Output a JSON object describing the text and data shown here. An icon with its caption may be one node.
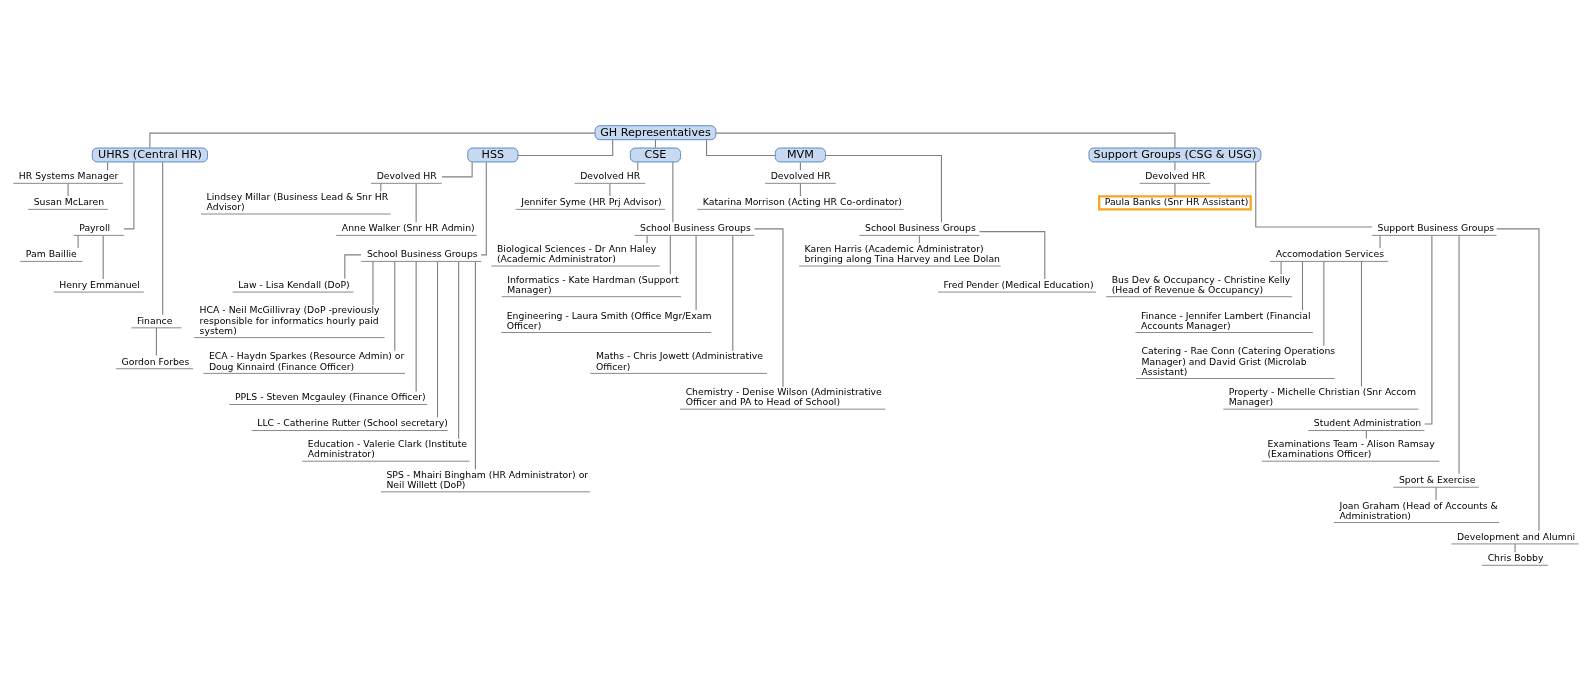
{
  "diagram": {
    "nodes": [
      {
        "text": [
          "GH Representatives"
        ]
      },
      {
        "text": [
          "UHRS (Central HR)"
        ]
      },
      {
        "text": [
          "HR Systems Manager"
        ]
      },
      {
        "text": [
          "Susan McLaren"
        ]
      },
      {
        "text": [
          "Payroll"
        ]
      },
      {
        "text": [
          "Pam Baillie"
        ]
      },
      {
        "text": [
          "Henry Emmanuel"
        ]
      },
      {
        "text": [
          "Finance"
        ]
      },
      {
        "text": [
          "Gordon Forbes"
        ]
      },
      {
        "text": [
          "HSS"
        ]
      },
      {
        "text": [
          "Devolved HR"
        ]
      },
      {
        "text": [
          "Lindsey Millar (Business Lead & Snr HR Advisor)"
        ]
      },
      {
        "text": [
          "Anne Walker (Snr HR Admin)"
        ]
      },
      {
        "text": [
          "School Business Groups"
        ]
      },
      {
        "text": [
          "Law - Lisa Kendall (DoP)"
        ]
      },
      {
        "text": [
          "HCA - Neil McGillivray (DoP -previously responsible for informatics hourly paid system)"
        ]
      },
      {
        "text": [
          "ECA - Haydn Sparkes (Resource Admin) or Doug Kinnaird (Finance Officer)"
        ]
      },
      {
        "text": [
          "PPLS - Steven Mcgauley (Finance Officer)"
        ]
      },
      {
        "text": [
          "LLC - Catherine Rutter (School secretary)"
        ]
      },
      {
        "text": [
          "Education - Valerie Clark (Institute Administrator)"
        ]
      },
      {
        "text": [
          "SPS - Mhairi Bingham (HR Administrator) or Neil Willett (DoP)"
        ]
      },
      {
        "text": [
          "CSE"
        ]
      },
      {
        "text": [
          "Devolved HR"
        ]
      },
      {
        "text": [
          "Jennifer Syme (HR Prj Advisor)"
        ]
      },
      {
        "text": [
          "School Business Groups"
        ]
      },
      {
        "text": [
          "Biological Sciences - Dr Ann Haley (Academic Administrator)"
        ]
      },
      {
        "text": [
          "Informatics - Kate Hardman (Support Manager)"
        ]
      },
      {
        "text": [
          "Engineering - Laura Smith (Office Mgr/Exam Officer)"
        ]
      },
      {
        "text": [
          "Maths - Chris Jowett (Administrative Officer)"
        ]
      },
      {
        "text": [
          "Chemistry - Denise Wilson (Administrative Officer and PA to Head of School)"
        ]
      },
      {
        "text": [
          "MVM"
        ]
      },
      {
        "text": [
          "Devolved HR"
        ]
      },
      {
        "text": [
          "Katarina Morrison (Acting HR Co-ordinator)"
        ]
      },
      {
        "text": [
          "School Business Groups"
        ]
      },
      {
        "text": [
          "Karen Harris (Academic Administrator) bringing along Tina Harvey and Lee Dolan"
        ]
      },
      {
        "text": [
          "Fred Pender (Medical Education)"
        ]
      },
      {
        "text": [
          "Support Groups (CSG & USG)"
        ]
      },
      {
        "text": [
          "Devolved HR"
        ]
      },
      {
        "text": [
          "Paula Banks (Snr HR Assistant)"
        ]
      },
      {
        "text": [
          "Support Business Groups"
        ]
      },
      {
        "text": [
          "Accomodation Services"
        ]
      },
      {
        "text": [
          "Bus Dev & Occupancy - Christine Kelly (Head of Revenue & Occupancy)"
        ]
      },
      {
        "text": [
          "Finance - Jennifer Lambert (Financial Accounts Manager)"
        ]
      },
      {
        "text": [
          "Catering - Rae Conn (Catering Operations Manager) and David Grist (Microlab Assistant)"
        ]
      },
      {
        "text": [
          "Property - Michelle Christian (Snr Accom Manager)"
        ]
      },
      {
        "text": [
          "Student Administration"
        ]
      },
      {
        "text": [
          "Examinations Team - Alison Ramsay (Examinations Officer)"
        ]
      },
      {
        "text": [
          "Sport & Exercise"
        ]
      },
      {
        "text": [
          "Joan Graham (Head of Accounts & Administration)"
        ]
      },
      {
        "text": [
          "Development and Alumni"
        ]
      },
      {
        "text": [
          "Chris Bobby"
        ]
      }
    ],
    "edges": [
      {
        "from": 0,
        "to": 1,
        "arrow": "none"
      },
      {
        "from": 1,
        "to": 2,
        "arrow": "none"
      },
      {
        "from": 2,
        "to": 3,
        "arrow": "none"
      },
      {
        "from": 1,
        "to": 4,
        "arrow": "none"
      },
      {
        "from": 4,
        "to": 5,
        "arrow": "none"
      },
      {
        "from": 4,
        "to": 6,
        "arrow": "none"
      },
      {
        "from": 1,
        "to": 7,
        "arrow": "none"
      },
      {
        "from": 7,
        "to": 8,
        "arrow": "none"
      },
      {
        "from": 0,
        "to": 9,
        "arrow": "none"
      },
      {
        "from": 9,
        "to": 10,
        "arrow": "none"
      },
      {
        "from": 10,
        "to": 11,
        "arrow": "none"
      },
      {
        "from": 10,
        "to": 12,
        "arrow": "none"
      },
      {
        "from": 9,
        "to": 13,
        "arrow": "none"
      },
      {
        "from": 13,
        "to": 14,
        "arrow": "none"
      },
      {
        "from": 13,
        "to": 15,
        "arrow": "none"
      },
      {
        "from": 13,
        "to": 16,
        "arrow": "none"
      },
      {
        "from": 13,
        "to": 17,
        "arrow": "none"
      },
      {
        "from": 13,
        "to": 18,
        "arrow": "none"
      },
      {
        "from": 13,
        "to": 19,
        "arrow": "none"
      },
      {
        "from": 13,
        "to": 20,
        "arrow": "none"
      },
      {
        "from": 0,
        "to": 21,
        "arrow": "none"
      },
      {
        "from": 21,
        "to": 22,
        "arrow": "none"
      },
      {
        "from": 22,
        "to": 23,
        "arrow": "none"
      },
      {
        "from": 21,
        "to": 24,
        "arrow": "none"
      },
      {
        "from": 24,
        "to": 25,
        "arrow": "none"
      },
      {
        "from": 24,
        "to": 26,
        "arrow": "none"
      },
      {
        "from": 24,
        "to": 27,
        "arrow": "none"
      },
      {
        "from": 24,
        "to": 28,
        "arrow": "none"
      },
      {
        "from": 24,
        "to": 29,
        "arrow": "none"
      },
      {
        "from": 0,
        "to": 30,
        "arrow": "none"
      },
      {
        "from": 30,
        "to": 31,
        "arrow": "none"
      },
      {
        "from": 31,
        "to": 32,
        "arrow": "none"
      },
      {
        "from": 30,
        "to": 33,
        "arrow": "none"
      },
      {
        "from": 33,
        "to": 34,
        "arrow": "none"
      },
      {
        "from": 33,
        "to": 35,
        "arrow": "none"
      },
      {
        "from": 0,
        "to": 36,
        "arrow": "none"
      },
      {
        "from": 36,
        "to": 37,
        "arrow": "none"
      },
      {
        "from": 37,
        "to": 38,
        "arrow": "none"
      },
      {
        "from": 36,
        "to": 39,
        "arrow": "none"
      },
      {
        "from": 39,
        "to": 40,
        "arrow": "none"
      },
      {
        "from": 40,
        "to": 41,
        "arrow": "none"
      },
      {
        "from": 40,
        "to": 42,
        "arrow": "none"
      },
      {
        "from": 40,
        "to": 43,
        "arrow": "none"
      },
      {
        "from": 40,
        "to": 44,
        "arrow": "none"
      },
      {
        "from": 39,
        "to": 45,
        "arrow": "none"
      },
      {
        "from": 45,
        "to": 46,
        "arrow": "none"
      },
      {
        "from": 39,
        "to": 47,
        "arrow": "none"
      },
      {
        "from": 47,
        "to": 48,
        "arrow": "none"
      },
      {
        "from": 39,
        "to": 49,
        "arrow": "none"
      },
      {
        "from": 49,
        "to": 50,
        "arrow": "none"
      }
    ]
  }
}
